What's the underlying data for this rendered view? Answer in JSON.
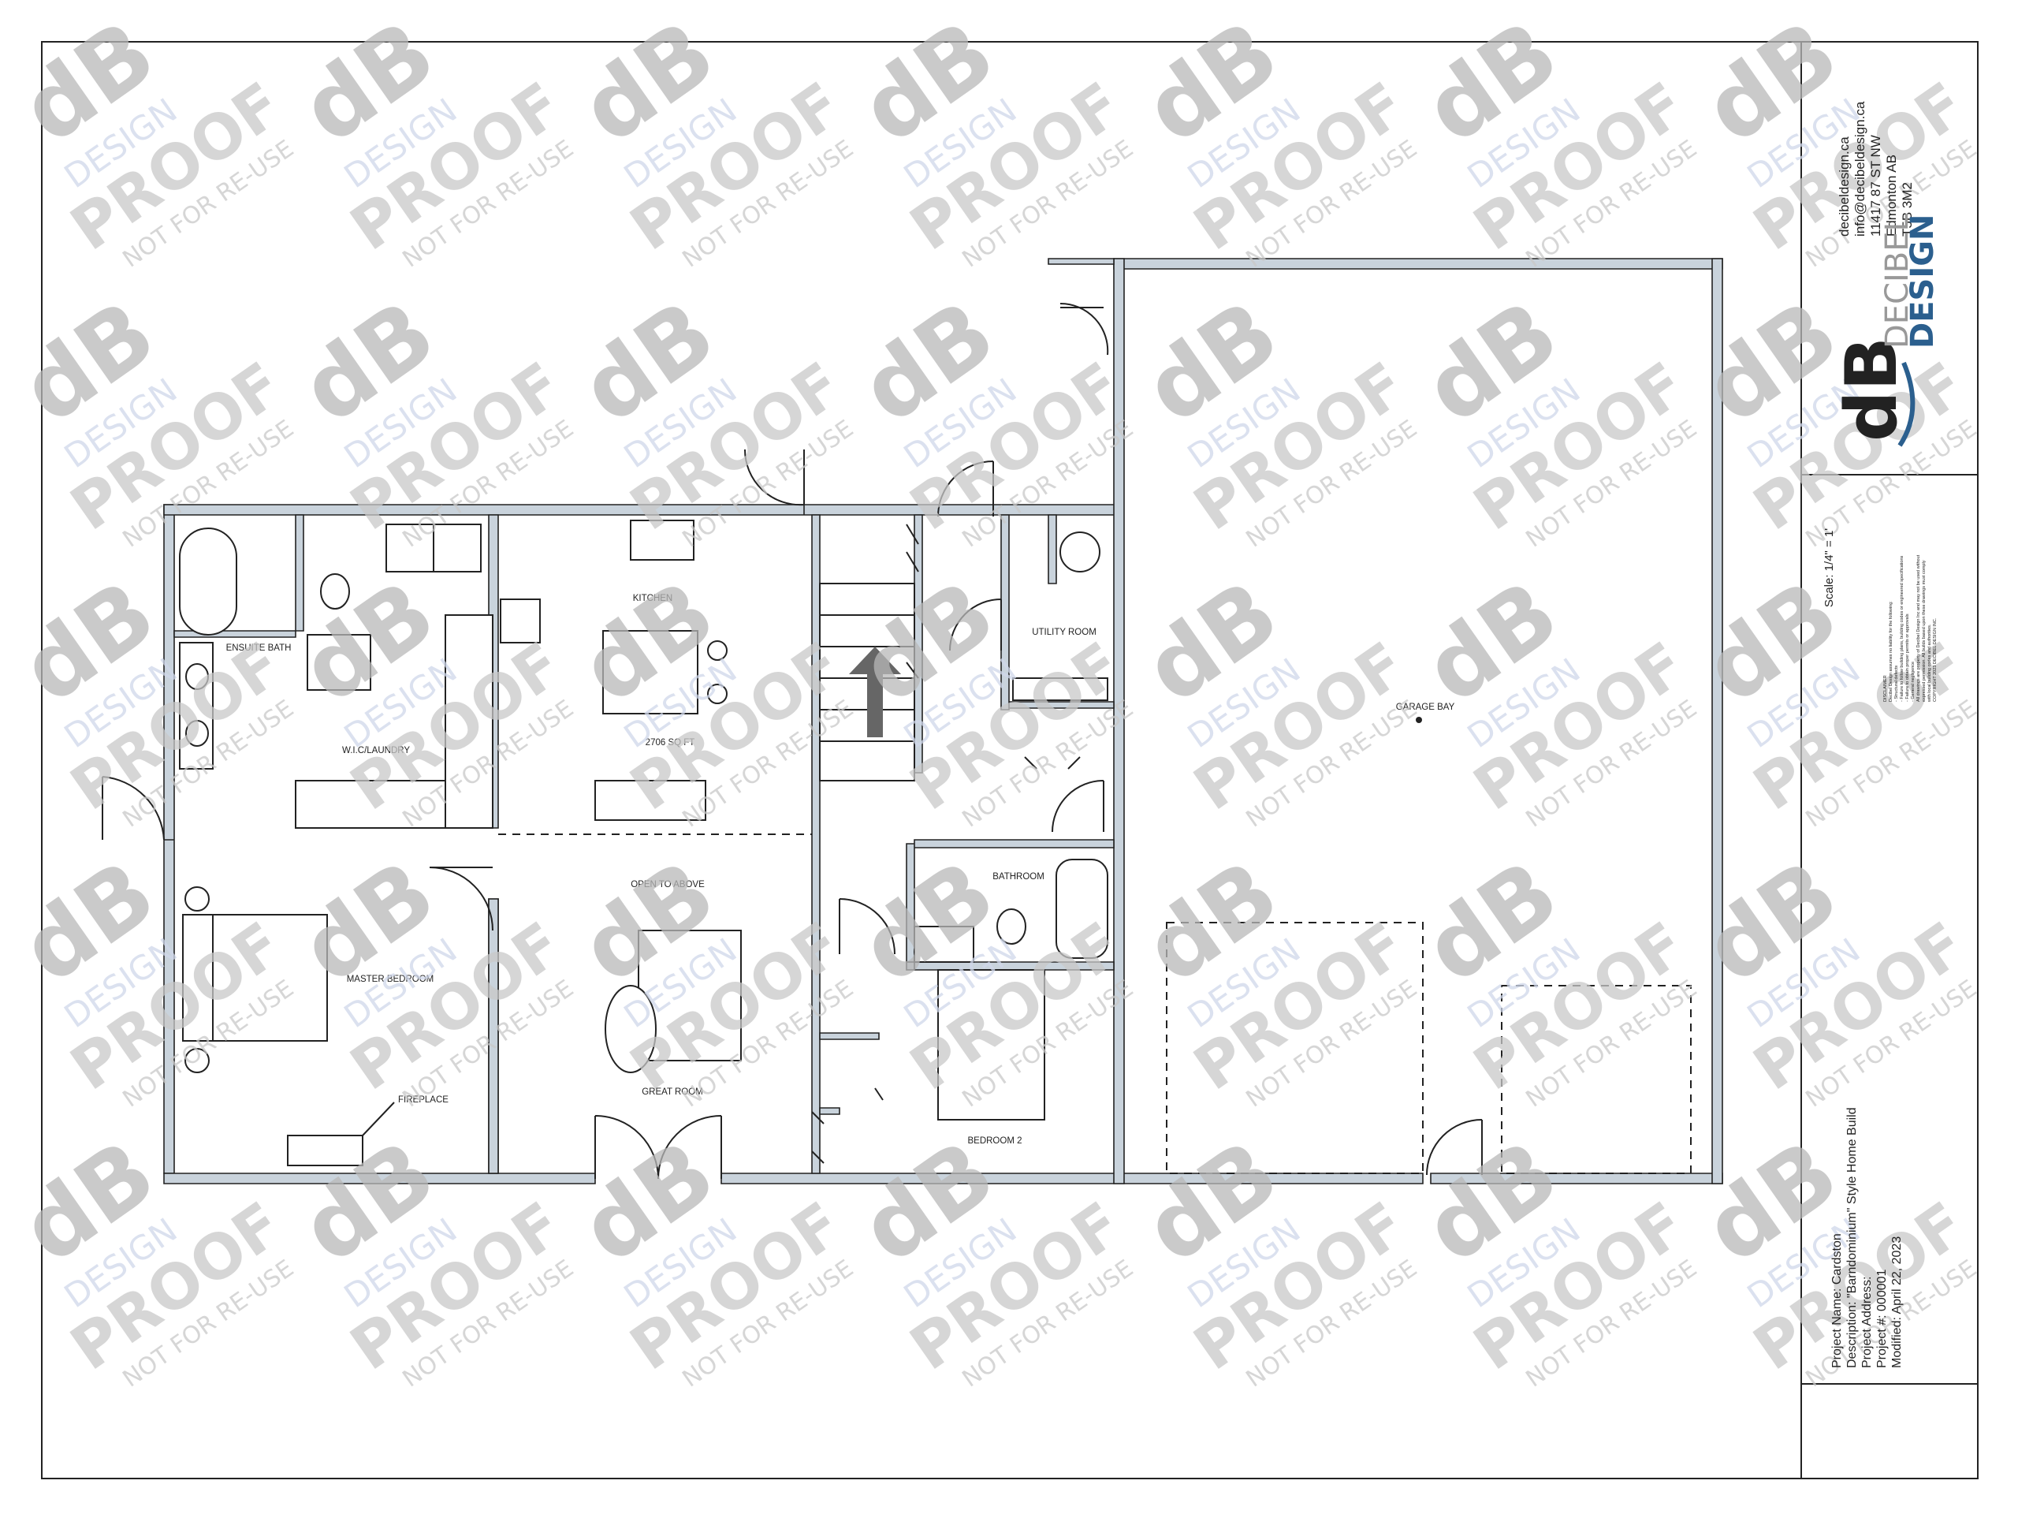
{
  "rooms": {
    "ensuite_bath": "ENSUITE BATH",
    "wic_laundry": "W.I.C/LAUNDRY",
    "kitchen": "KITCHEN",
    "area": "2706 SQ FT",
    "utility_room": "UTILITY ROOM",
    "garage_bay": "GARAGE BAY",
    "open_to_above": "OPEN TO ABOVE",
    "bathroom": "BATHROOM",
    "master_bedroom": "MASTER BEDROOM",
    "fireplace": "FIREPLACE",
    "great_room": "GREAT ROOM",
    "bedroom_2": "BEDROOM 2"
  },
  "company": {
    "website": "decibeldesign.ca",
    "email": "info@decibeldesign.ca",
    "street": "11417 87 ST NW",
    "city": "Edmonton AB",
    "postal": "T5B 3M2",
    "logo_letters": "dB",
    "logo_word1": "DECIBEL",
    "logo_word2": "DESIGN"
  },
  "scale": "Scale: 1/4\" = 1'",
  "disclaimer": [
    "DISCLAIMER",
    "Decibel Design assumes no liability for the following:",
    "- Structural defects",
    "- Failure to follow building plans, building codes or engineered specifications",
    "- Failure to obtain proper permits or approvals",
    "- General negligence",
    "All drawings are property of Decibel Design Inc and may not be used without",
    "expressed permission. All builds based upon these drawings must comply",
    "with local building codes and authorities.",
    "COPYRIGHT 2023 DECIBEL DESIGN INC."
  ],
  "project": {
    "name": "Project Name: Cardston",
    "description": "Description: \"Barndominium\" Style Home Build",
    "address": "Project Address:",
    "number": "Project #: 000001",
    "modified": "Modified: April 22, 2023"
  },
  "watermark": {
    "letters": "dB",
    "design": "DESIGN",
    "proof": "PROOF",
    "note": "NOT FOR RE-USE"
  },
  "colors": {
    "wall_fill": "#c9d3dc",
    "logo_blue": "#2b5f8e",
    "watermark_gray": "#b9b9b9"
  }
}
